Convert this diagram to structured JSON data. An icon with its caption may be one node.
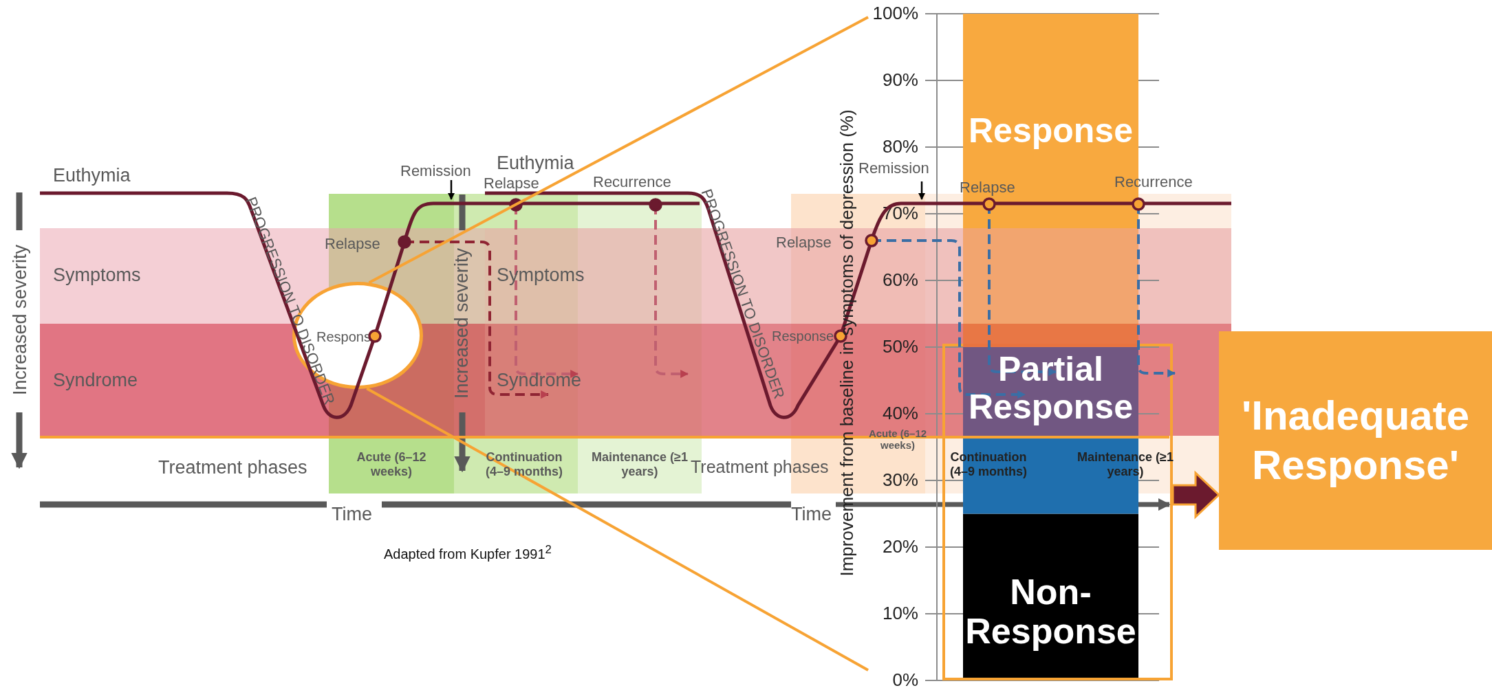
{
  "diagram": {
    "nodes": [
      {
        "text": [
          "Response"
        ]
      },
      {
        "text": [],
        "shape": "box"
      },
      {
        "text": [
          "'Inadequate Response'"
        ]
      }
    ],
    "edges": [
      {
        "from": 1,
        "to": 2,
        "arrow": "to",
        "style": "thick",
        "color": "#6b1a2e"
      },
      {
        "from": 0,
        "to": null,
        "arrow": "none",
        "color": "#f7a334"
      },
      {
        "from": 0,
        "to": null,
        "arrow": "none",
        "color": "#f7a334"
      }
    ],
    "labels": [
      "Remission",
      "Euthymia",
      "Relapse",
      "Recurrence",
      "Euthymia",
      "Increased severity",
      "Symptoms",
      "PROGRESSION TO DISORDER",
      "Relapse",
      "Increased severity",
      "Symptoms",
      "PROGRESSION TO DISORDER",
      "Syndrome",
      "Syndrome",
      "Treatment phases",
      "Acute (6–12 weeks)",
      "Continuation (4–9 months)",
      "Maintenance (≥1 years)",
      "Treatment phases",
      "Time",
      "Adapted from Kupfer 1991$^{2}$",
      "Remission",
      "Relapse",
      "Recurrence",
      "Relapse",
      "Response",
      "Acute (6–12 weeks)",
      "Continuation (4–9 months)",
      "Maintenance (≥1 years)",
      "Time"
    ],
    "chart_data": {
      "type": "bar",
      "grid": true,
      "ylabel": "Improvement from baseline in symptoms of depression (%)",
      "stacked": true,
      "series": [
        {
          "name": "Non-Response",
          "color": "#000000",
          "values": [
            25
          ]
        },
        {
          "name": "Partial Response",
          "color": "#1f6fae",
          "values": [
            25
          ]
        },
        {
          "name": "Response",
          "color": "#f8a93f",
          "values": [
            50
          ]
        }
      ],
      "ylim": [
        0,
        100
      ],
      "yticks": [
        {
          "value": 0,
          "label": "0%"
        },
        {
          "value": 10,
          "label": "10%"
        },
        {
          "value": 20,
          "label": "20%"
        },
        {
          "value": 30,
          "label": "30%"
        },
        {
          "value": 40,
          "label": "40%"
        },
        {
          "value": 50,
          "label": "50%"
        },
        {
          "value": 60,
          "label": "60%"
        },
        {
          "value": 70,
          "label": "70%"
        },
        {
          "value": 80,
          "label": "80%"
        },
        {
          "value": 90,
          "label": "90%"
        },
        {
          "value": 100,
          "label": "100%"
        }
      ]
    }
  }
}
